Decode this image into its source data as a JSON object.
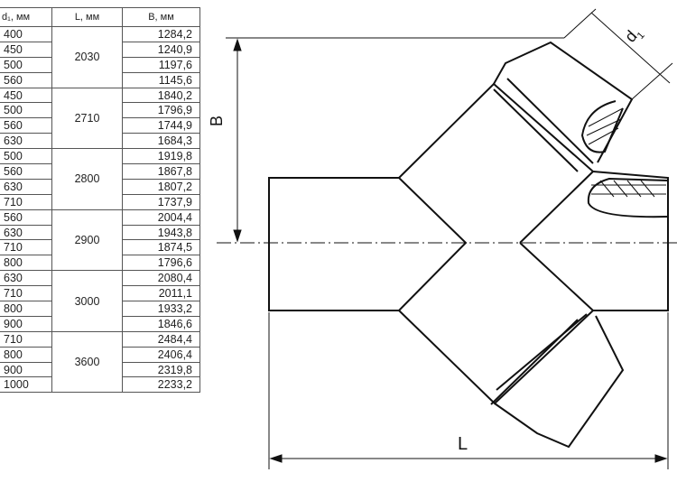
{
  "table": {
    "headers": [
      "d₁, мм",
      "L, мм",
      "B, мм"
    ],
    "groups": [
      {
        "L": "2030",
        "rows": [
          {
            "d1": "400",
            "B": "1284,2"
          },
          {
            "d1": "450",
            "B": "1240,9"
          },
          {
            "d1": "500",
            "B": "1197,6"
          },
          {
            "d1": "560",
            "B": "1145,6"
          }
        ]
      },
      {
        "L": "2710",
        "rows": [
          {
            "d1": "450",
            "B": "1840,2"
          },
          {
            "d1": "500",
            "B": "1796,9"
          },
          {
            "d1": "560",
            "B": "1744,9"
          },
          {
            "d1": "630",
            "B": "1684,3"
          }
        ]
      },
      {
        "L": "2800",
        "rows": [
          {
            "d1": "500",
            "B": "1919,8"
          },
          {
            "d1": "560",
            "B": "1867,8"
          },
          {
            "d1": "630",
            "B": "1807,2"
          },
          {
            "d1": "710",
            "B": "1737,9"
          }
        ]
      },
      {
        "L": "2900",
        "rows": [
          {
            "d1": "560",
            "B": "2004,4"
          },
          {
            "d1": "630",
            "B": "1943,8"
          },
          {
            "d1": "710",
            "B": "1874,5"
          },
          {
            "d1": "800",
            "B": "1796,6"
          }
        ]
      },
      {
        "L": "3000",
        "rows": [
          {
            "d1": "630",
            "B": "2080,4"
          },
          {
            "d1": "710",
            "B": "2011,1"
          },
          {
            "d1": "800",
            "B": "1933,2"
          },
          {
            "d1": "900",
            "B": "1846,6"
          }
        ]
      },
      {
        "L": "3600",
        "rows": [
          {
            "d1": "710",
            "B": "2484,4"
          },
          {
            "d1": "800",
            "B": "2406,4"
          },
          {
            "d1": "900",
            "B": "2319,8"
          },
          {
            "d1": "1000",
            "B": "2233,2"
          }
        ]
      }
    ]
  },
  "drawing": {
    "label_B": "B",
    "label_L": "L",
    "label_d": "d",
    "label_d_sub": "1"
  }
}
